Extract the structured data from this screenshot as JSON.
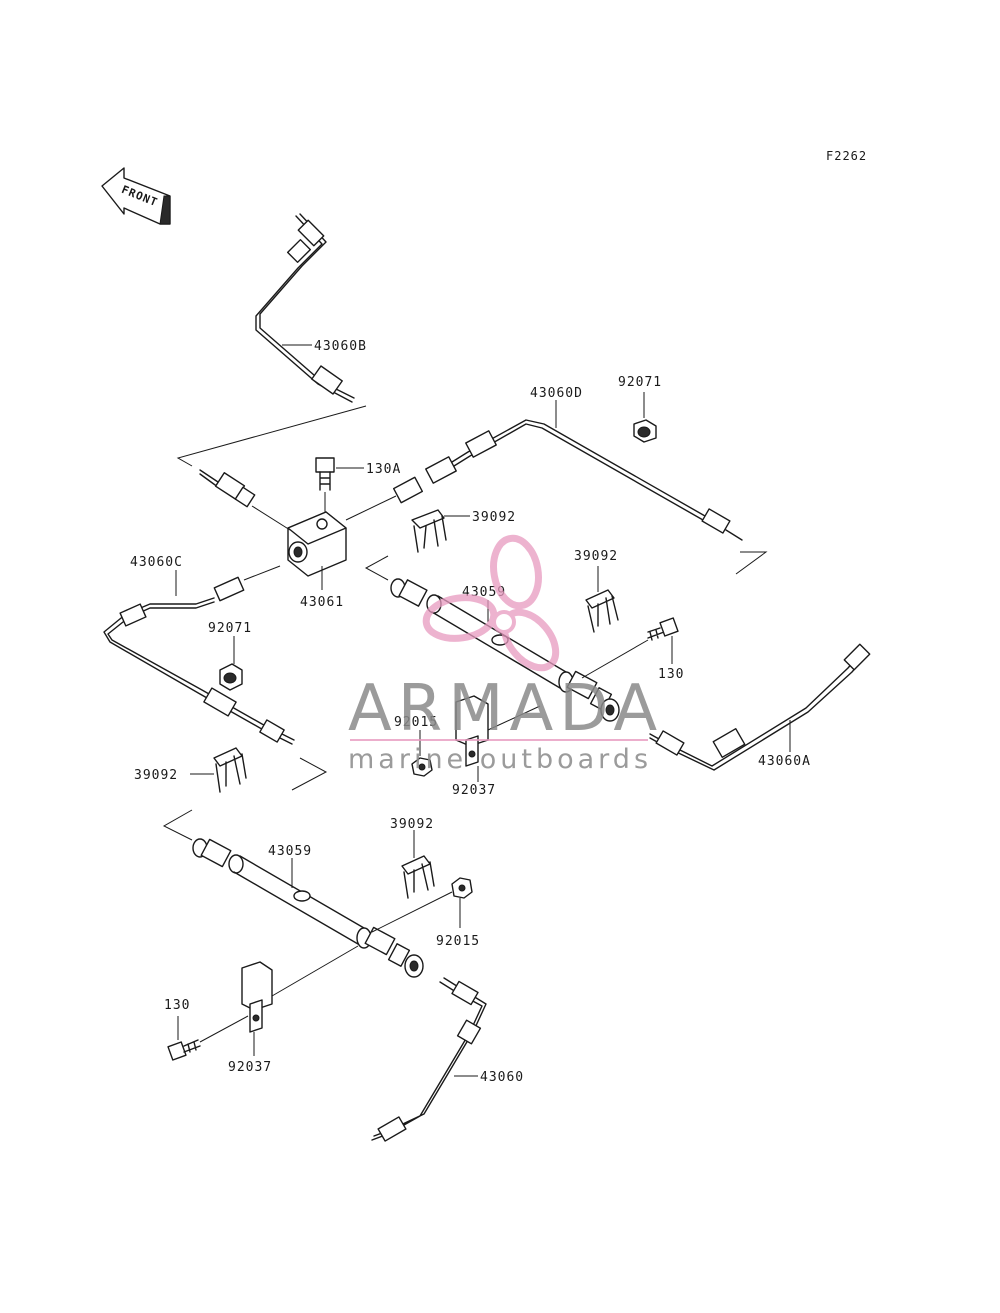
{
  "diagram_code": "F2262",
  "front_label": "FRONT",
  "watermark": {
    "brand": "ARMADA",
    "tagline": "marine outboards",
    "logo_color": "#e89ac0",
    "text_color": "#8a8a8a"
  },
  "labels": {
    "p43060B": "43060B",
    "p43060D": "43060D",
    "p92071_top": "92071",
    "p130A": "130A",
    "p39092_a": "39092",
    "p39092_b": "39092",
    "p43060C": "43060C",
    "p43061": "43061",
    "p43059_upper": "43059",
    "p92071_left": "92071",
    "p130_right": "130",
    "p92015_upper": "92015",
    "p43060A": "43060A",
    "p92037_upper": "92037",
    "p39092_c": "39092",
    "p39092_d": "39092",
    "p43059_lower": "43059",
    "p92015_lower": "92015",
    "p130_lower": "130",
    "p92037_lower": "92037",
    "p43060": "43060"
  }
}
